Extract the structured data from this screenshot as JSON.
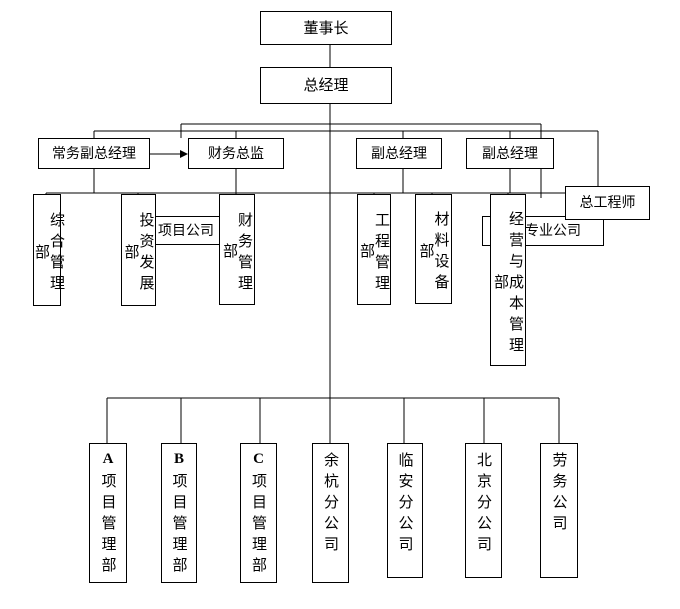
{
  "nodes": {
    "chairman": "董事长",
    "general_manager": "总经理",
    "executive_deputy_gm": "常务副总经理",
    "finance_director": "财务总监",
    "deputy_gm_1": "副总经理",
    "deputy_gm_2": "副总经理",
    "chief_engineer": "总工程师",
    "project_company": "项目公司",
    "specialty_company": "专业公司",
    "general_management_dept": "综合管理部",
    "investment_development_dept": "投资发展部",
    "finance_management_dept": "财务管理部",
    "engineering_management_dept": "工程管理部",
    "material_equipment_dept": "材料设备部",
    "operation_cost_management_dept": "经营与成本管理部",
    "project_a_letter": "A",
    "project_a_rest": "项目管理部",
    "project_b_letter": "B",
    "project_b_rest": "项目管理部",
    "project_c_letter": "C",
    "project_c_rest": "项目管理部",
    "yuhang_branch": "余杭分公司",
    "linan_branch": "临安分公司",
    "beijing_branch": "北京分公司",
    "labor_company": "劳务公司"
  }
}
